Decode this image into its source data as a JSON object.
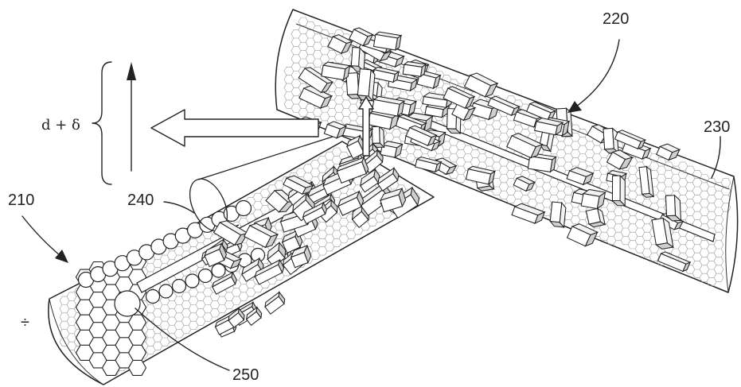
{
  "labels": {
    "upper_tube": "220",
    "upper_tube_end": "230",
    "lower_tube": "210",
    "shell": "240",
    "core": "250",
    "distance": "d + δ",
    "stray_mark": "÷"
  }
}
